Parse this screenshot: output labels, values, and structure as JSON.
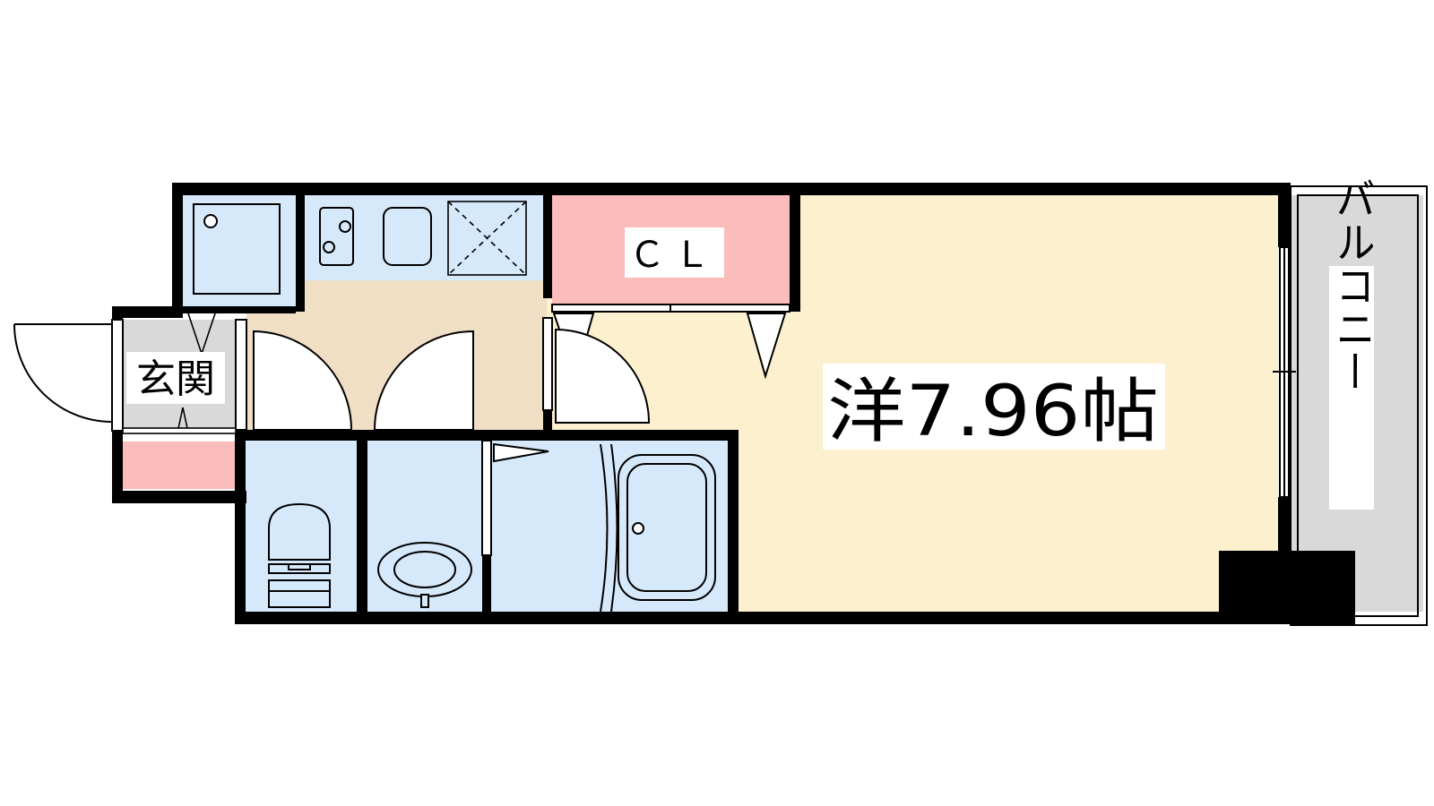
{
  "floorplan": {
    "rooms": {
      "western_room": {
        "label": "洋7.96帖"
      },
      "closet": {
        "label": "ＣＬ"
      },
      "entrance": {
        "label": "玄関"
      },
      "balcony": {
        "label": "バルコニー"
      }
    },
    "colors": {
      "wall": "#000000",
      "western_room_floor": "#fdf0cf",
      "kitchen_floor": "#f0dfc4",
      "wet_area": "#d6e9fb",
      "closet": "#fbbcbc",
      "shoe_box": "#fbbcbc",
      "entrance_floor": "#d9d9d9",
      "balcony": "#d9d9d9"
    }
  }
}
